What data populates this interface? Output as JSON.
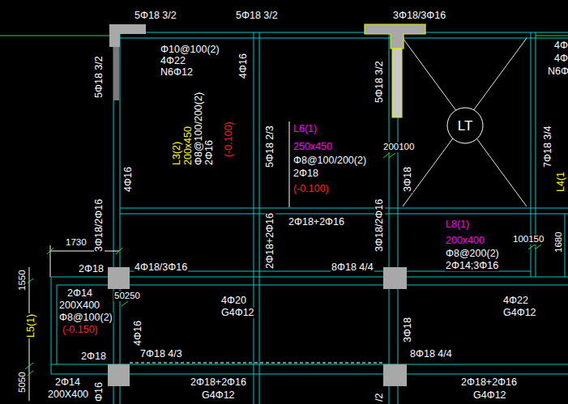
{
  "diagram": {
    "nodes": [
      {
        "text": [
          "LT"
        ]
      }
    ],
    "labels": [
      "5Φ18 3/2",
      "5Φ18 3/2",
      "3Φ18/3Φ16",
      "5Φ18 3/2",
      "Φ10@100(2)",
      "4Φ22",
      "N6Φ12",
      "4Φ16",
      "L3(2)",
      "200x450",
      "Φ8@100/200(2)",
      "2Φ16",
      "(-0.100)",
      "4Φ16",
      "5Φ18 2/3",
      "L6(1)",
      "250x450",
      "Φ8@100/200(2)",
      "2Φ18",
      "(-0.100)",
      "5Φ18 3/2",
      "200100",
      "3Φ18",
      "4Φ",
      "4Φ",
      "N6Φ",
      "7Φ18 3/4",
      "L4(1",
      "3Φ18/2Φ16",
      "1730",
      "2Φ18",
      "4Φ18/3Φ16",
      "2Φ18+2Φ16",
      "2Φ18+2Φ16",
      "3Φ18/2Φ16",
      "8Φ18 4/4",
      "L8(1)",
      "200x400",
      "Φ8@200(2)",
      "2Φ14;3Φ16",
      "100150",
      "1680",
      "1550",
      "2Φ14",
      "200X400",
      "Φ8@100(2)",
      "(-0.150)",
      "L5(1)",
      "50250",
      "4Φ16",
      "4Φ20",
      "G4Φ12",
      "3Φ18",
      "4Φ22",
      "G4Φ12",
      "2Φ18",
      "7Φ18 4/3",
      "8Φ18 4/4",
      "5050",
      "2Φ14",
      "200X400",
      "Φ16",
      "2Φ18+2Φ16",
      "G4Φ12",
      "/2",
      "2Φ18+2Φ16",
      "G4Φ12"
    ]
  }
}
